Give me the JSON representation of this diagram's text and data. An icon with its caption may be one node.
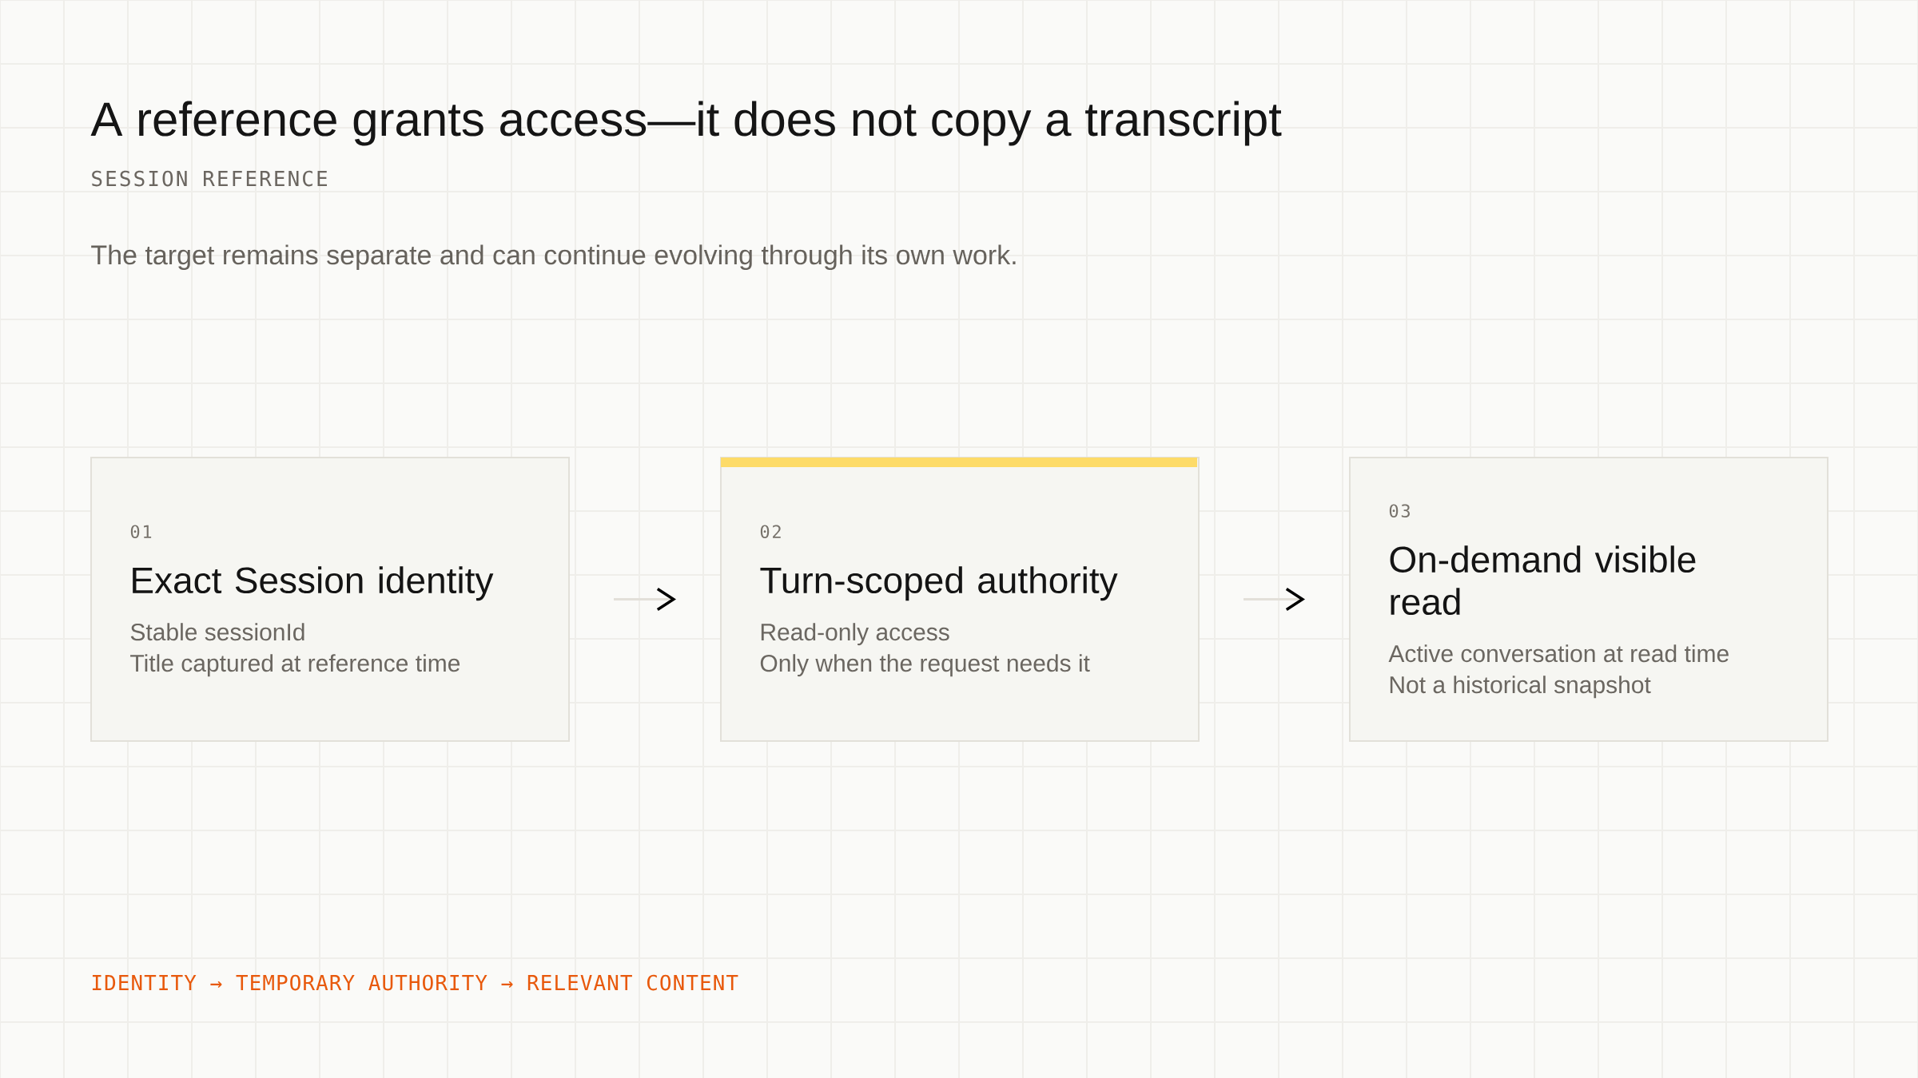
{
  "diagram": {
    "title": "A reference grants access—it does not copy a transcript",
    "nodes": [
      {
        "text": [
          "01",
          "Exact Session identity",
          "Stable sessionId",
          "Title captured at reference time"
        ]
      },
      {
        "text": [
          "02",
          "Turn-scoped authority",
          "Read-only access",
          "Only when the request needs it"
        ]
      },
      {
        "text": [
          "03",
          "On-demand visible read",
          "Active conversation at read time",
          "Not a historical snapshot"
        ]
      }
    ],
    "edges": [
      {
        "from": 0,
        "to": 1,
        "arrow": "to"
      },
      {
        "from": 1,
        "to": 2,
        "arrow": "to"
      }
    ],
    "labels": [
      "SESSION REFERENCE",
      "The target remains separate and can continue evolving through its own work.",
      "IDENTITY → TEMPORARY AUTHORITY → RELEVANT CONTENT"
    ]
  }
}
